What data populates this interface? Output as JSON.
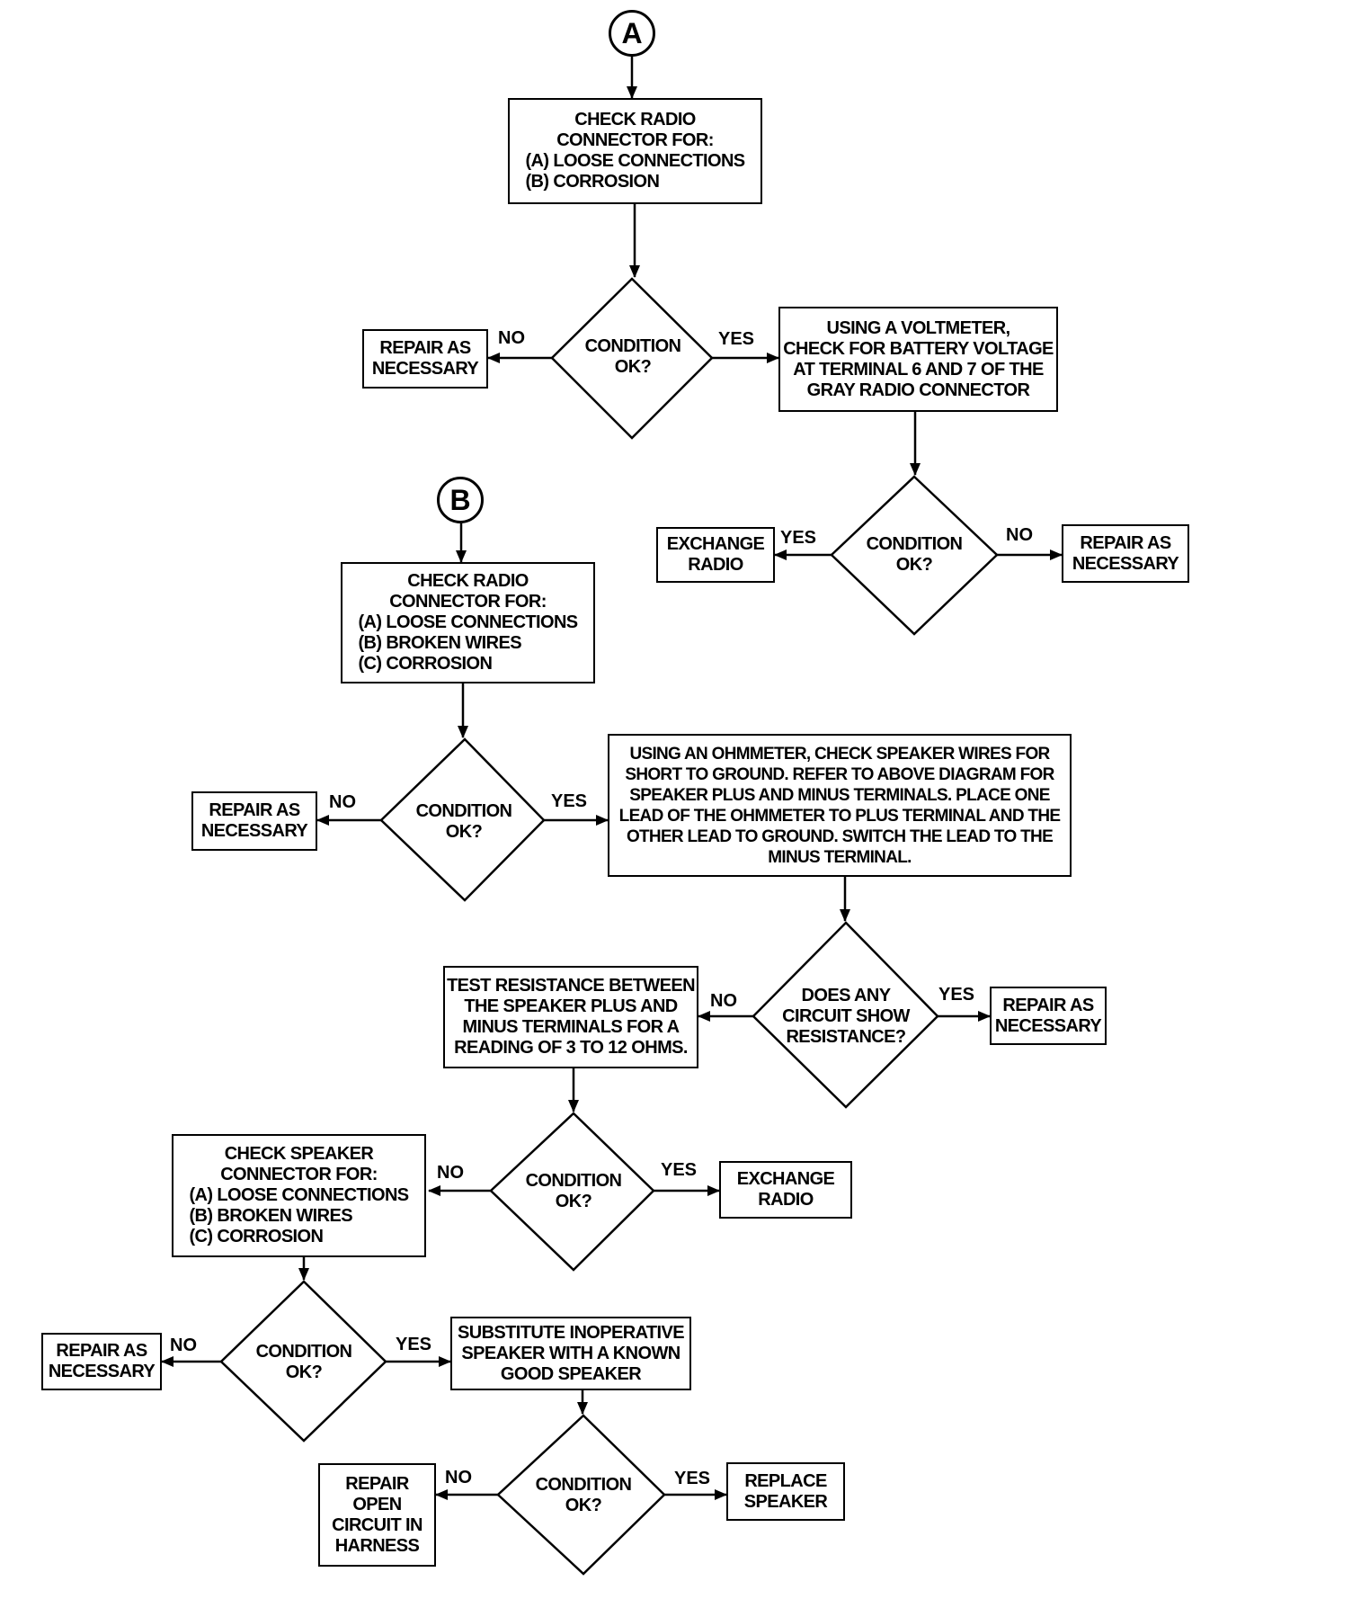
{
  "connectors": {
    "a": "A",
    "b": "B"
  },
  "labels": {
    "yes": "YES",
    "no": "NO"
  },
  "flow_a": {
    "check_connector": [
      "CHECK RADIO",
      "CONNECTOR FOR:",
      "(A) LOOSE CONNECTIONS",
      "(B) CORROSION"
    ],
    "decision_1": [
      "CONDITION",
      "OK?"
    ],
    "repair_1": [
      "REPAIR AS",
      "NECESSARY"
    ],
    "voltmeter_check": [
      "USING A VOLTMETER,",
      "CHECK FOR BATTERY VOLTAGE",
      "AT TERMINAL 6 AND 7 OF THE",
      "GRAY RADIO CONNECTOR"
    ],
    "decision_2": [
      "CONDITION",
      "OK?"
    ],
    "exchange_radio": [
      "EXCHANGE",
      "RADIO"
    ],
    "repair_2": [
      "REPAIR AS",
      "NECESSARY"
    ]
  },
  "flow_b": {
    "check_connector": [
      "CHECK RADIO",
      "CONNECTOR FOR:",
      "(A) LOOSE CONNECTIONS",
      "(B) BROKEN WIRES",
      "(C) CORROSION"
    ],
    "decision_1": [
      "CONDITION",
      "OK?"
    ],
    "repair_1": [
      "REPAIR AS",
      "NECESSARY"
    ],
    "ohmmeter_check": [
      "USING AN OHMMETER, CHECK SPEAKER WIRES FOR",
      "SHORT TO GROUND. REFER TO ABOVE DIAGRAM FOR",
      "SPEAKER PLUS AND MINUS TERMINALS. PLACE ONE",
      "LEAD OF THE OHMMETER TO PLUS TERMINAL AND THE",
      "OTHER LEAD TO GROUND. SWITCH THE LEAD TO THE",
      "MINUS TERMINAL."
    ],
    "decision_resistance": [
      "DOES ANY",
      "CIRCUIT SHOW",
      "RESISTANCE?"
    ],
    "repair_2": [
      "REPAIR AS",
      "NECESSARY"
    ],
    "test_resistance": [
      "TEST RESISTANCE BETWEEN",
      "THE SPEAKER PLUS AND",
      "MINUS TERMINALS FOR A",
      "READING OF 3 TO 12 OHMS."
    ],
    "decision_2": [
      "CONDITION",
      "OK?"
    ],
    "exchange_radio": [
      "EXCHANGE",
      "RADIO"
    ],
    "check_speaker_connector": [
      "CHECK SPEAKER",
      "CONNECTOR FOR:",
      "(A) LOOSE CONNECTIONS",
      "(B) BROKEN WIRES",
      "(C) CORROSION"
    ],
    "decision_3": [
      "CONDITION",
      "OK?"
    ],
    "repair_3": [
      "REPAIR AS",
      "NECESSARY"
    ],
    "substitute_speaker": [
      "SUBSTITUTE INOPERATIVE",
      "SPEAKER WITH A KNOWN",
      "GOOD SPEAKER"
    ],
    "decision_4": [
      "CONDITION",
      "OK?"
    ],
    "repair_open": [
      "REPAIR",
      "OPEN",
      "CIRCUIT IN",
      "HARNESS"
    ],
    "replace_speaker": [
      "REPLACE",
      "SPEAKER"
    ]
  }
}
